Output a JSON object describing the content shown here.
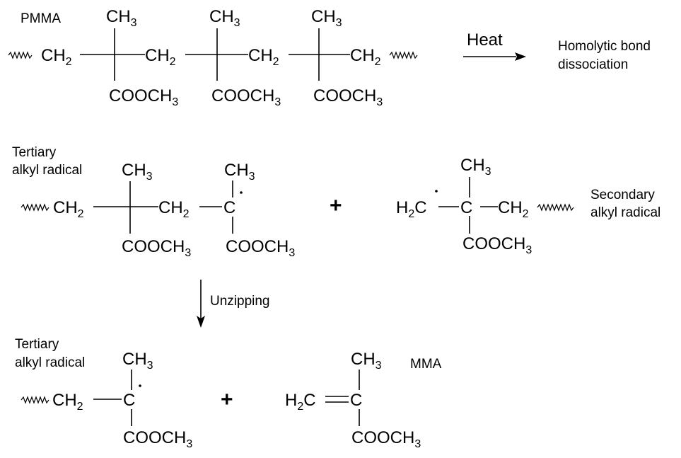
{
  "labels": {
    "polymer": "PMMA",
    "heat": "Heat",
    "dissociation_line1": "Homolytic bond",
    "dissociation_line2": "dissociation",
    "tertiary_line1": "Tertiary",
    "tertiary_line2": "alkyl radical",
    "secondary_line1": "Secondary",
    "secondary_line2": "alkyl radical",
    "unzipping": "Unzipping",
    "monomer": "MMA",
    "plus": "+"
  },
  "groups": {
    "methyl": "CH",
    "methyl_sub": "3",
    "methylene": "CH",
    "methylene_sub": "2",
    "ester": "COOCH",
    "ester_sub": "3",
    "h2c_h": "H",
    "h2c_sub": "2",
    "h2c_c": "C",
    "carbon": "C"
  }
}
